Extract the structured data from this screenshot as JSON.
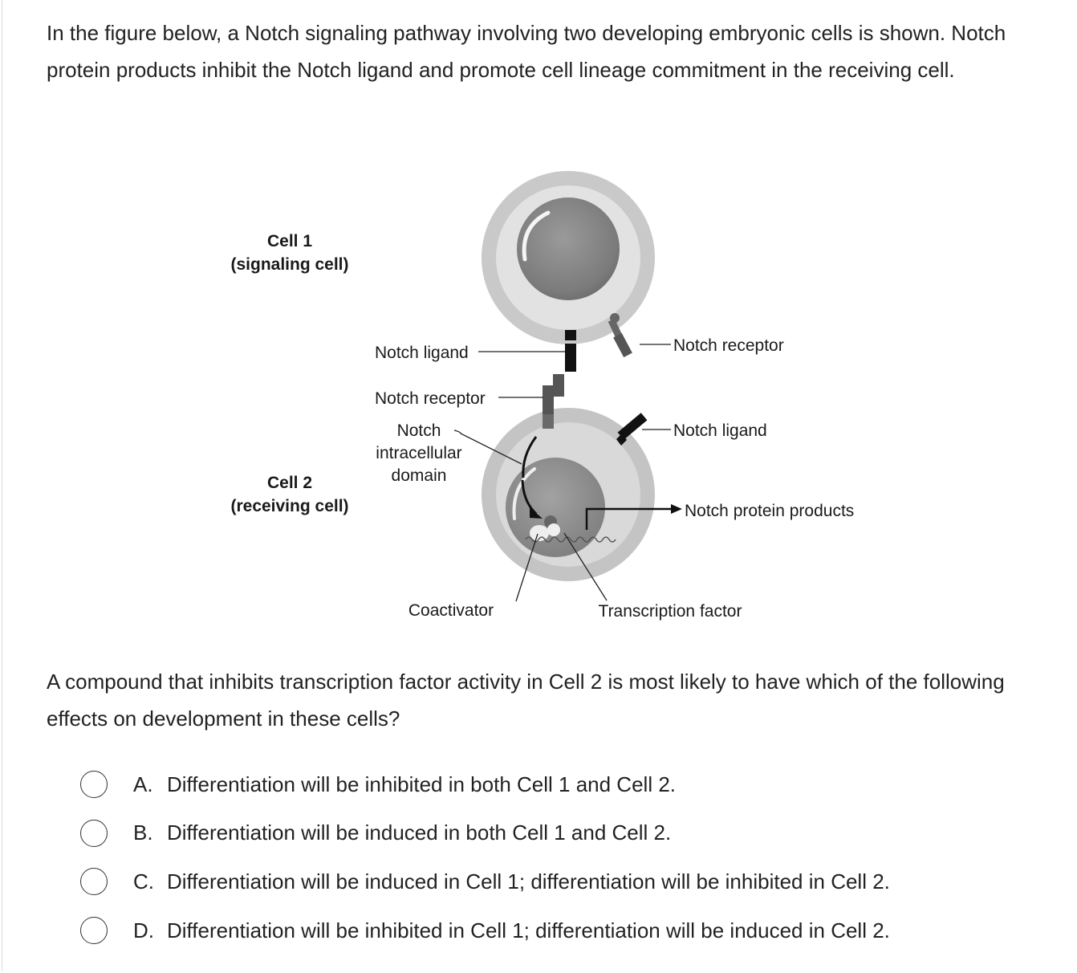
{
  "stem": "In the figure below, a Notch signaling pathway involving two developing embryonic cells is shown. Notch protein products inhibit the Notch ligand and promote cell lineage commitment in the receiving cell.",
  "figure": {
    "cell1_title": "Cell 1",
    "cell1_sub": "(signaling cell)",
    "cell2_title": "Cell 2",
    "cell2_sub": "(receiving cell)",
    "label_notch_ligand_left": "Notch ligand",
    "label_notch_receptor_left": "Notch receptor",
    "label_nicd_1": "Notch",
    "label_nicd_2": "intracellular",
    "label_nicd_3": "domain",
    "label_coactivator": "Coactivator",
    "label_notch_receptor_right": "Notch receptor",
    "label_notch_ligand_right": "Notch ligand",
    "label_notch_protein_products": "Notch protein products",
    "label_transcription_factor": "Transcription factor"
  },
  "question": "A compound that inhibits transcription factor activity in Cell 2 is most likely to have which of the following effects on development in these cells?",
  "options": [
    {
      "letter": "A.",
      "text": "Differentiation will be inhibited in both Cell 1 and Cell 2."
    },
    {
      "letter": "B.",
      "text": "Differentiation will be induced in both Cell 1 and Cell 2."
    },
    {
      "letter": "C.",
      "text": "Differentiation will be induced in Cell 1; differentiation will be inhibited in Cell 2."
    },
    {
      "letter": "D.",
      "text": "Differentiation will be inhibited in Cell 1; differentiation will be induced in Cell 2."
    }
  ]
}
